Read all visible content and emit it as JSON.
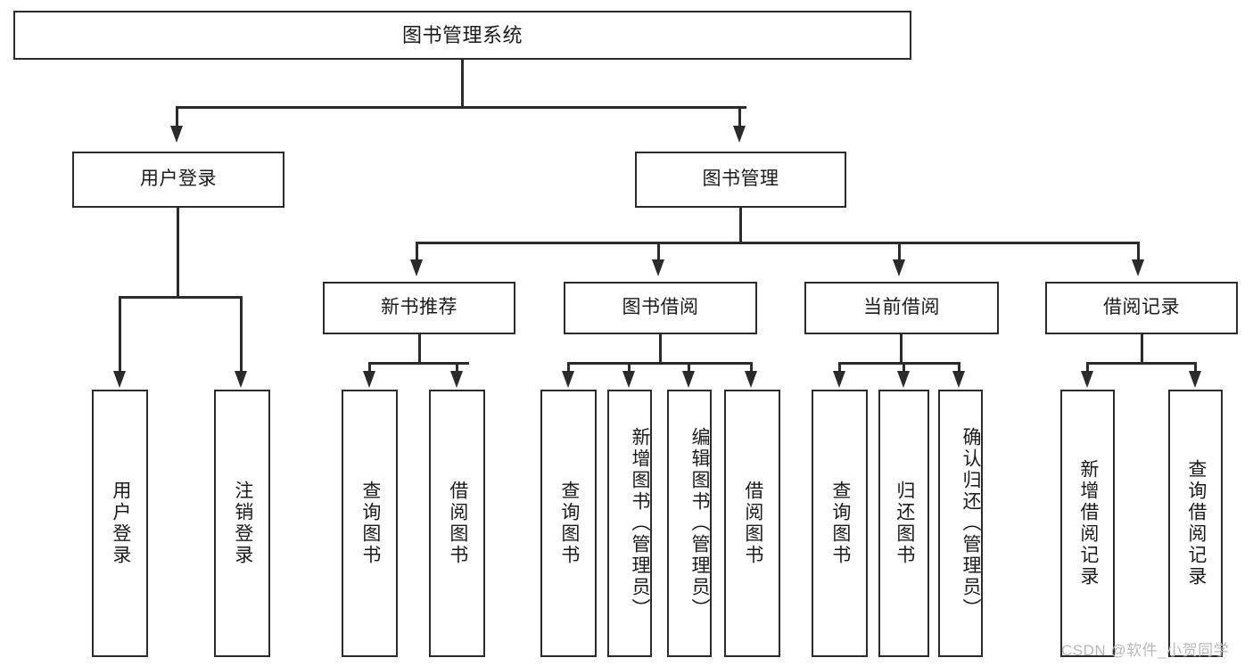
{
  "diagram": {
    "title": "图书管理系统",
    "type": "hierarchy-tree",
    "levels": [
      {
        "level": 1,
        "nodes": [
          {
            "id": "root",
            "label": "图书管理系统"
          }
        ]
      },
      {
        "level": 2,
        "nodes": [
          {
            "id": "user-login",
            "label": "用户登录"
          },
          {
            "id": "book-manage",
            "label": "图书管理"
          }
        ]
      },
      {
        "level": 3,
        "nodes": [
          {
            "id": "new-book-rec",
            "label": "新书推荐"
          },
          {
            "id": "book-borrow",
            "label": "图书借阅"
          },
          {
            "id": "current-borrow",
            "label": "当前借阅"
          },
          {
            "id": "borrow-record",
            "label": "借阅记录"
          }
        ]
      },
      {
        "level": 4,
        "nodes": [
          {
            "id": "leaf-user-login",
            "label": "用户登录",
            "parent": "user-login"
          },
          {
            "id": "leaf-logout",
            "label": "注销登录",
            "parent": "user-login"
          },
          {
            "id": "leaf-query-book-1",
            "label": "查询图书",
            "parent": "new-book-rec"
          },
          {
            "id": "leaf-borrow-book-1",
            "label": "借阅图书",
            "parent": "new-book-rec"
          },
          {
            "id": "leaf-query-book-2",
            "label": "查询图书",
            "parent": "book-borrow"
          },
          {
            "id": "leaf-add-book",
            "label": "新增图书（管理员）",
            "parent": "book-borrow"
          },
          {
            "id": "leaf-edit-book",
            "label": "编辑图书（管理员）",
            "parent": "book-borrow"
          },
          {
            "id": "leaf-borrow-book-2",
            "label": "借阅图书",
            "parent": "book-borrow"
          },
          {
            "id": "leaf-query-book-3",
            "label": "查询图书",
            "parent": "current-borrow"
          },
          {
            "id": "leaf-return-book",
            "label": "归还图书",
            "parent": "current-borrow"
          },
          {
            "id": "leaf-confirm-return",
            "label": "确认归还（管理员）",
            "parent": "current-borrow"
          },
          {
            "id": "leaf-add-record",
            "label": "新增借阅记录",
            "parent": "borrow-record"
          },
          {
            "id": "leaf-query-record",
            "label": "查询借阅记录",
            "parent": "borrow-record"
          }
        ]
      }
    ]
  },
  "watermark": {
    "text": "CSDN @软件_小贺同学"
  },
  "colors": {
    "stroke": "#2b2b2b",
    "text": "#1b1b1b",
    "background": "#ffffff",
    "watermark": "#b8b8b8"
  }
}
